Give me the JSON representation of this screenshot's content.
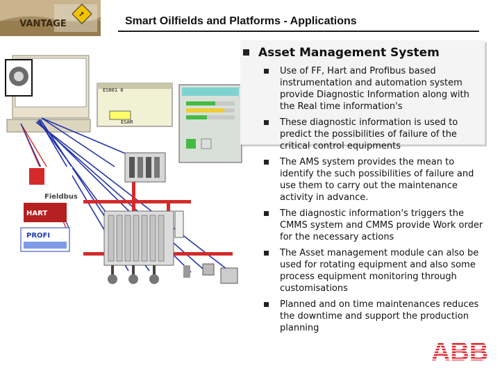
{
  "header": {
    "title": "Smart Oilfields and Platforms - Applications",
    "logo_text": "VANTAGE"
  },
  "section": {
    "title": "Asset Management System",
    "bullets": [
      "Use of FF, Hart and Profibus based instrumentation and automation system provide Diagnostic Information along with the Real time information's",
      "These diagnostic information is used to predict the possibilities of failure of the critical control equipments",
      "The AMS system provides the mean to identify the such possibilities of failure and use them to carry out the maintenance activity in advance.",
      "The diagnostic information's triggers the CMMS system and CMMS provide Work order for the necessary actions",
      "The Asset management module can also be used for rotating equipment and also some process equipment monitoring through customisations",
      "Planned and on time maintenances reduces the downtime and support the production planning"
    ]
  },
  "diagram": {
    "screen_label_1": "ES001 0",
    "screen_label_2": "ESAM",
    "protocols": [
      "Fieldbus",
      "HART",
      "PROFI"
    ]
  },
  "footer": {
    "brand": "ABB"
  },
  "colors": {
    "accent_red": "#e0282d",
    "bus_red": "#d42a2a",
    "signal_blue": "#2233aa"
  }
}
